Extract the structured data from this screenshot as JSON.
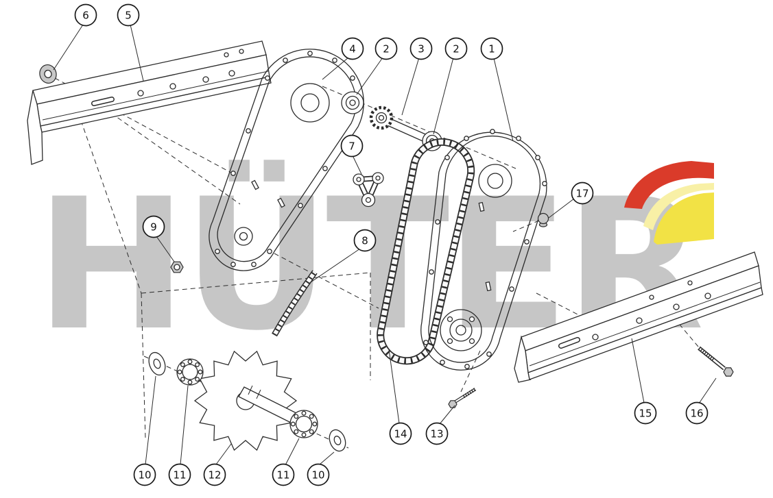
{
  "watermark": {
    "text": "HÜTER",
    "color": "#bdbdbd"
  },
  "logo": {
    "red": "#da3b2a",
    "yellow": "#f2e245",
    "yellow_light": "#f8f0a6"
  },
  "callouts": [
    {
      "label": "6"
    },
    {
      "label": "5"
    },
    {
      "label": "4"
    },
    {
      "label": "2"
    },
    {
      "label": "3"
    },
    {
      "label": "2"
    },
    {
      "label": "1"
    },
    {
      "label": "7"
    },
    {
      "label": "17"
    },
    {
      "label": "9"
    },
    {
      "label": "8"
    },
    {
      "label": "14"
    },
    {
      "label": "13"
    },
    {
      "label": "15"
    },
    {
      "label": "16"
    },
    {
      "label": "10"
    },
    {
      "label": "11"
    },
    {
      "label": "12"
    },
    {
      "label": "11"
    },
    {
      "label": "10"
    }
  ]
}
